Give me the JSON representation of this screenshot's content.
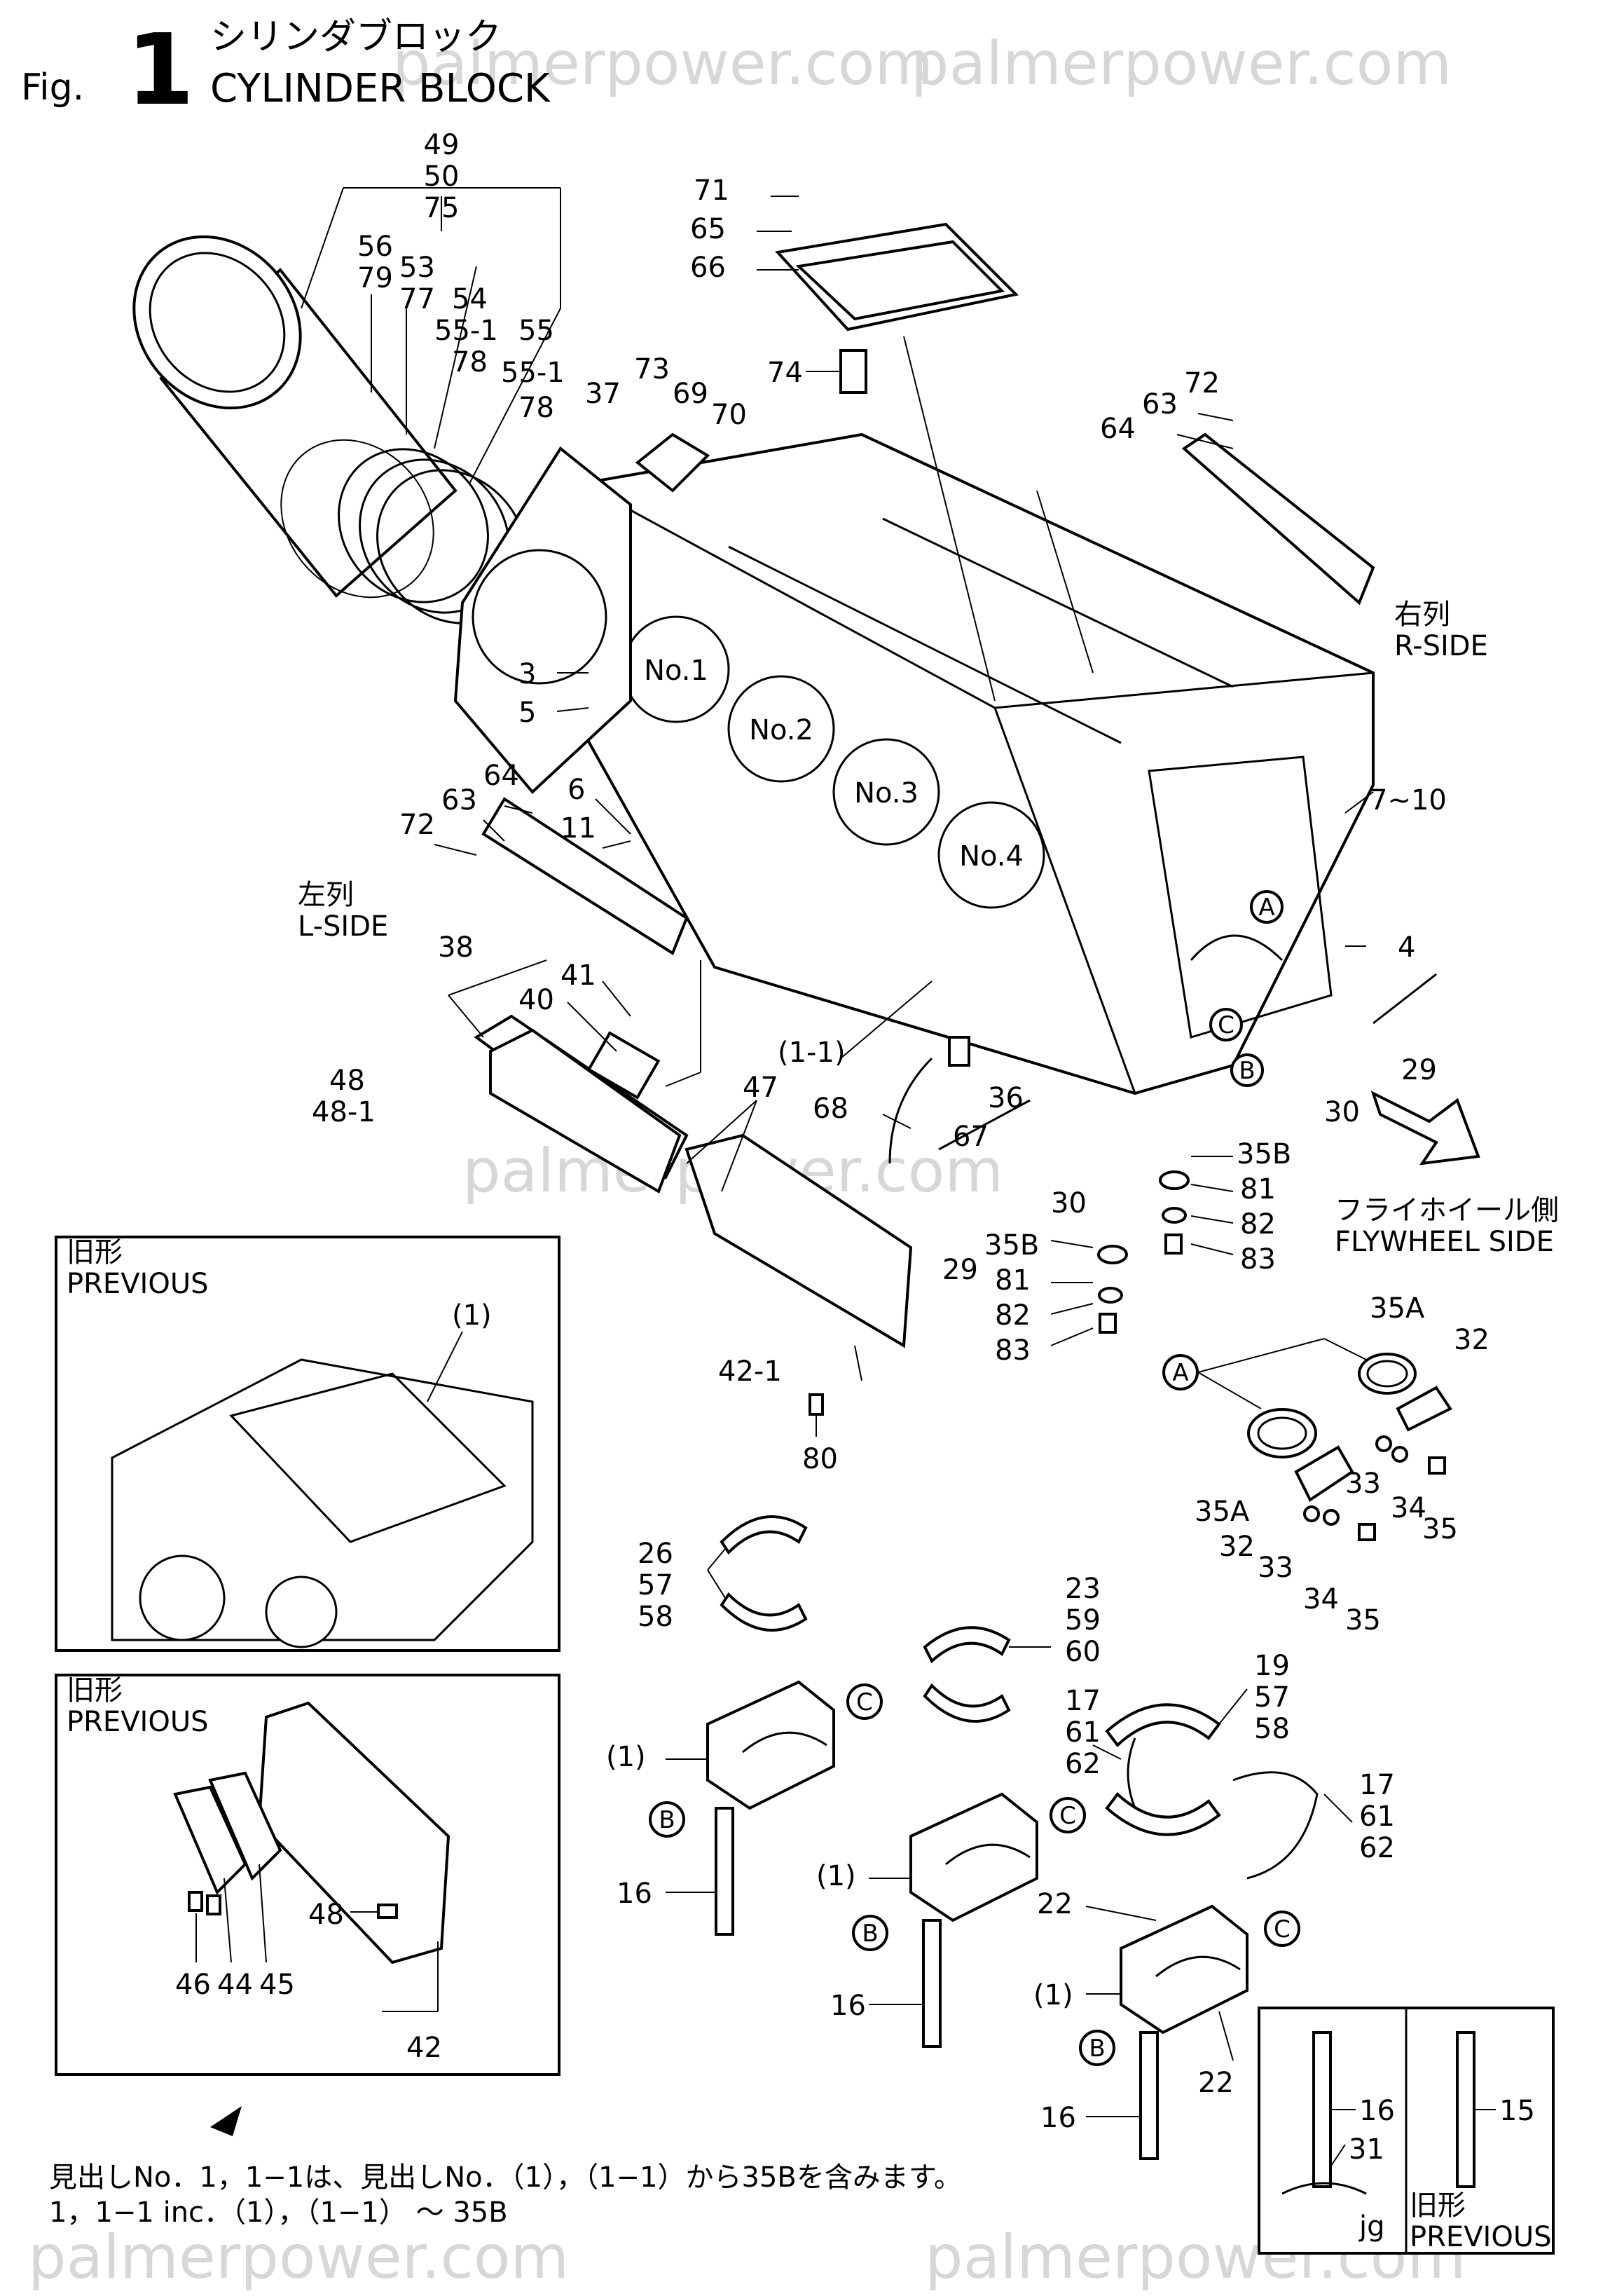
{
  "figure": {
    "fig_prefix": "Fig.",
    "fig_number": "1",
    "title_jp": "シリンダブロック",
    "title_en": "CYLINDER BLOCK"
  },
  "watermark": "palmerpower.com",
  "side_labels": {
    "r_side_jp": "右列",
    "r_side_en": "R-SIDE",
    "l_side_jp": "左列",
    "l_side_en": "L-SIDE",
    "flywheel_jp": "フライホイール側",
    "flywheel_en": "FLYWHEEL SIDE"
  },
  "cylinders": [
    "No.1",
    "No.2",
    "No.3",
    "No.4"
  ],
  "callouts": [
    "A",
    "B",
    "C"
  ],
  "inset_previous_1": {
    "title_jp": "旧形",
    "title_en": "PREVIOUS",
    "part": "(1)"
  },
  "inset_previous_2": {
    "title_jp": "旧形",
    "title_en": "PREVIOUS"
  },
  "inset_bolts": {
    "jg": "jg",
    "prev_jp": "旧形",
    "prev_en": "PREVIOUS"
  },
  "part_numbers": {
    "p49": "49",
    "p50": "50",
    "p75": "75",
    "p56": "56",
    "p79": "79",
    "p53": "53",
    "p77": "77",
    "p54": "54",
    "p55_1a": "55-1",
    "p55": "55",
    "p78a": "78",
    "p55_1b": "55-1",
    "p78b": "78",
    "p71": "71",
    "p65": "65",
    "p66": "66",
    "p74": "74",
    "p73": "73",
    "p69": "69",
    "p70": "70",
    "p37": "37",
    "p72r": "72",
    "p63r": "63",
    "p64r": "64",
    "p3": "3",
    "p5": "5",
    "p6": "6",
    "p11": "11",
    "p64l": "64",
    "p63l": "63",
    "p72l": "72",
    "p7_10": "7~10",
    "p4": "4",
    "p29r": "29",
    "p30r": "30",
    "p38": "38",
    "p40": "40",
    "p41": "41",
    "p48": "48",
    "p48_1": "48-1",
    "p47": "47",
    "p1_1": "(1-1)",
    "p68": "68",
    "p36": "36",
    "p67": "67",
    "p30": "30",
    "p29": "29",
    "p35b_r": "35B",
    "p81_r": "81",
    "p82_r": "82",
    "p83_r": "83",
    "p35b": "35B",
    "p81": "81",
    "p82": "82",
    "p83": "83",
    "p42_1": "42-1",
    "p80": "80",
    "p35a_t": "35A",
    "p32_t": "32",
    "p33_t": "33",
    "p34_t": "34",
    "p35_t": "35",
    "p35a_b": "35A",
    "p32_b": "32",
    "p33_b": "33",
    "p34_b": "34",
    "p35_b": "35",
    "p26": "26",
    "p57a": "57",
    "p58a": "58",
    "p23": "23",
    "p59": "59",
    "p60": "60",
    "p19": "19",
    "p57b": "57",
    "p58b": "58",
    "p17a": "17",
    "p61a": "61",
    "p62a": "62",
    "p17b": "17",
    "p61b": "61",
    "p62b": "62",
    "p1a": "(1)",
    "p16a": "16",
    "p1b": "(1)",
    "p16b": "16",
    "p22a": "22",
    "p1c": "(1)",
    "p22b": "22",
    "p16c": "16",
    "p48p": "48",
    "p46": "46",
    "p44": "44",
    "p45": "45",
    "p42": "42",
    "p16i": "16",
    "p31": "31",
    "p15": "15"
  },
  "notes": {
    "line_jp": "見出しNo．1，1−1は、見出しNo．（1），（1−1）から35Bを含みます。",
    "line_en": "1，1−1 inc．（1），（1−1） ～ 35B"
  }
}
